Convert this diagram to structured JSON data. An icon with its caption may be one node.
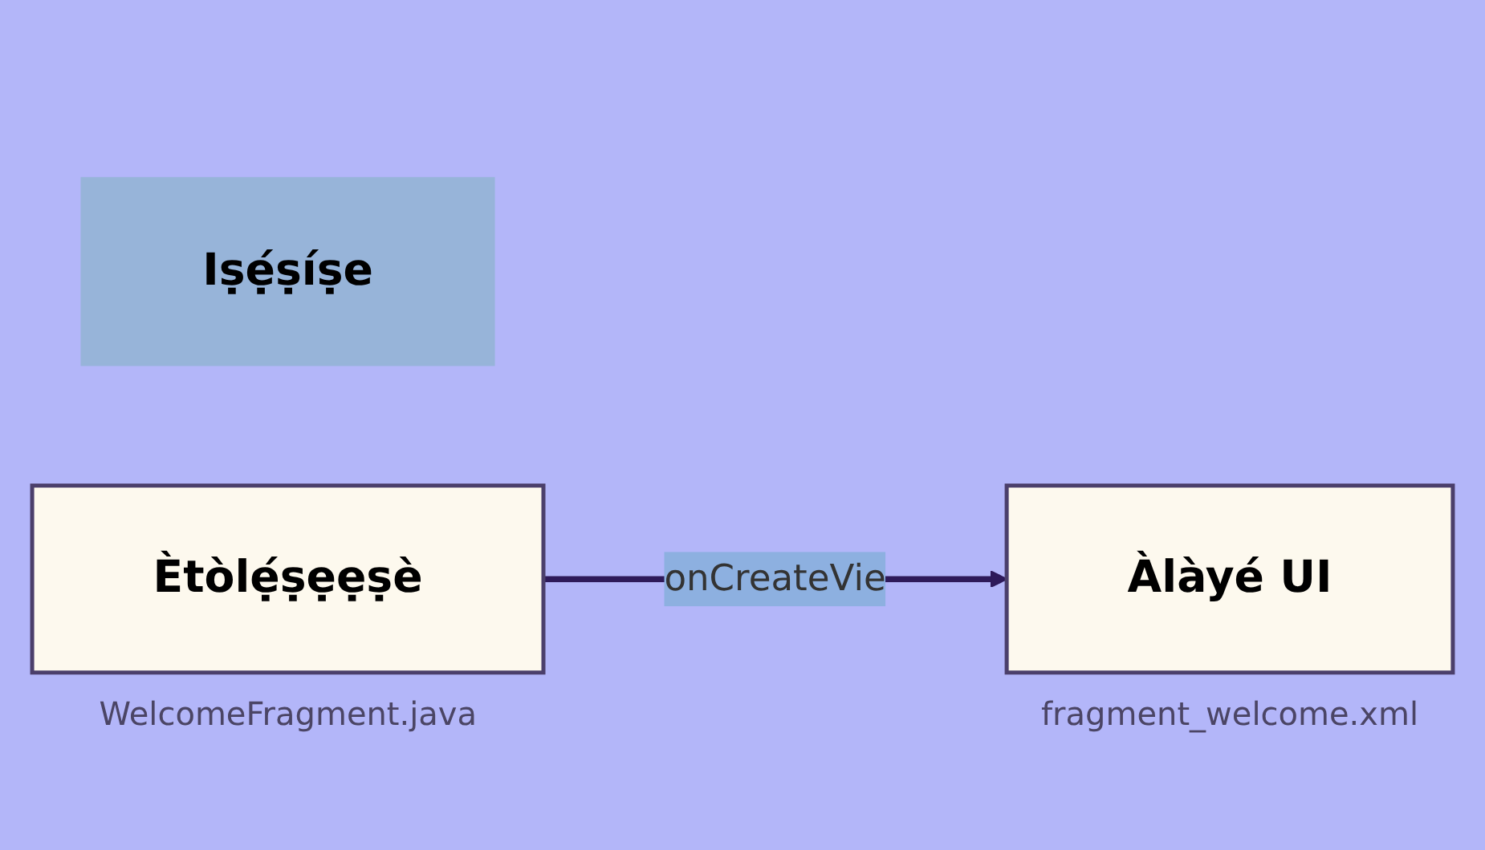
{
  "diagram": {
    "nodes": [
      {
        "text": [
          "Iṣẹ́ṣíṣe"
        ]
      },
      {
        "text": [
          "Ètòlẹ́ṣẹẹṣè"
        ],
        "beside": [
          "WelcomeFragment.java"
        ]
      },
      {
        "text": [
          "Àlàyé UI"
        ],
        "beside": [
          "fragment_welcome.xml"
        ]
      }
    ],
    "edges": [
      {
        "from": 1,
        "to": 2,
        "arrow": "to",
        "label": "onCreateVie"
      }
    ]
  }
}
